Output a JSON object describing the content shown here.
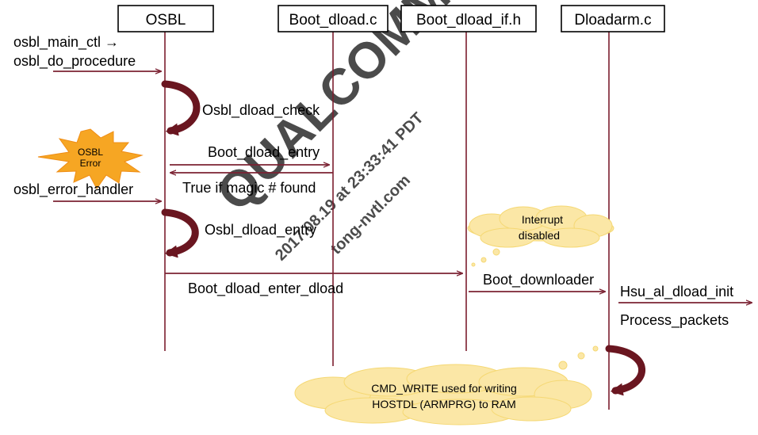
{
  "colors": {
    "line": "#7b1e2e",
    "arrow": "#7b2233",
    "loop": "#6a1620",
    "cloud": "#fbe7a6",
    "cloud_stroke": "#f5d874",
    "burst": "#f6a623",
    "burst_stroke": "#ef8d15",
    "watermark": "#d8d8d8"
  },
  "headers": {
    "osbl": "OSBL",
    "boot_dload_c": "Boot_dload.c",
    "boot_dload_if_h": "Boot_dload_if.h",
    "dloadarm_c": "Dloadarm.c"
  },
  "labels": {
    "osbl_main_ctl": "osbl_main_ctl →",
    "osbl_do_procedure": "osbl_do_procedure",
    "osbl_dload_check": "Osbl_dload_check",
    "boot_dload_entry": "Boot_dload_entry",
    "true_if_magic": "True if magic # found",
    "osbl_error_handler": "osbl_error_handler",
    "osbl_dload_entry": "Osbl_dload_entry",
    "boot_dload_enter_dload": "Boot_dload_enter_dload",
    "boot_downloader": "Boot_downloader",
    "hsu_al_dload_init": "Hsu_al_dload_init",
    "process_packets": "Process_packets"
  },
  "error_burst": {
    "line1": "OSBL",
    "line2": "Error"
  },
  "notes": {
    "interrupt_line1": "Interrupt",
    "interrupt_line2": "disabled",
    "cmd_line1": "CMD_WRITE used for writing",
    "cmd_line2": "HOSTDL (ARMPRG) to RAM"
  },
  "watermark": {
    "brand": "QUALCOMM",
    "stamp": "2017.08.19 at 23:33:41 PDT",
    "domain": "tong-nvtl.com"
  }
}
